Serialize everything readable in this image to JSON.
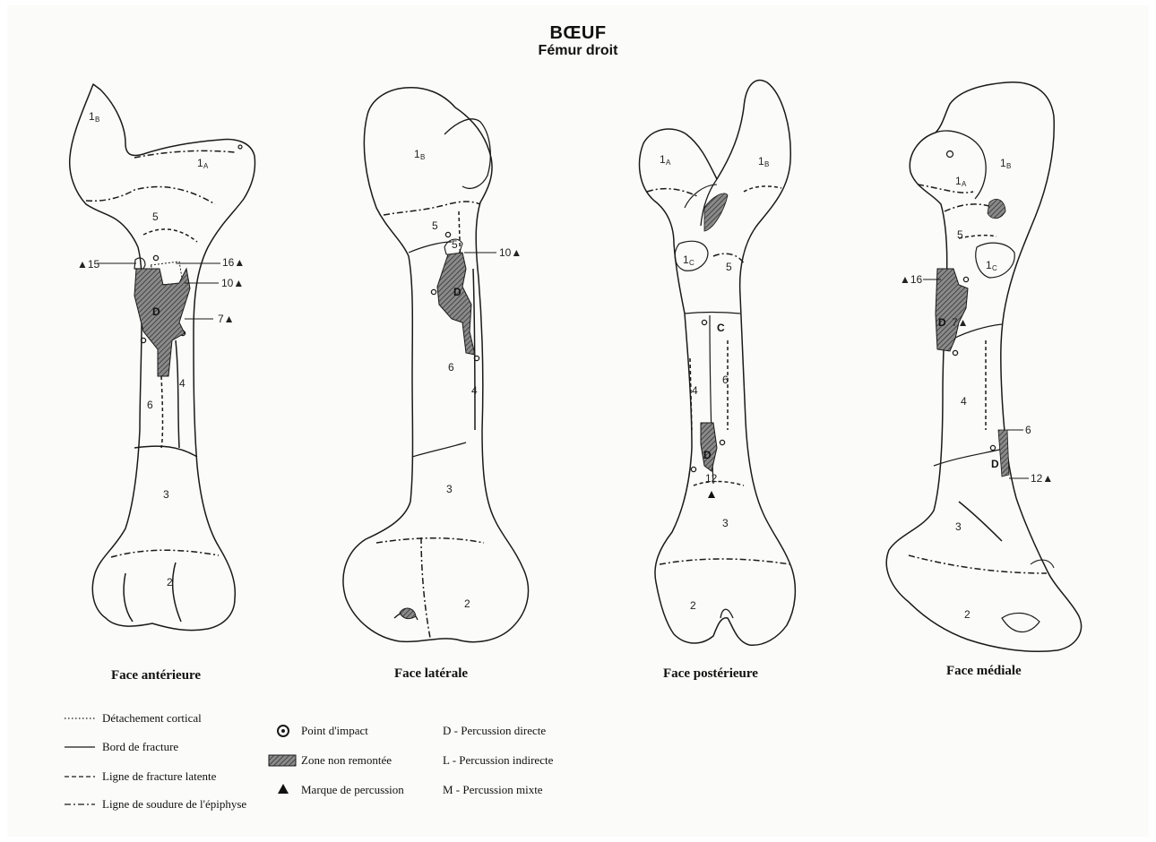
{
  "title": "BŒUF",
  "subtitle": "Fémur droit",
  "views": [
    {
      "caption": "Face antérieure"
    },
    {
      "caption": "Face latérale"
    },
    {
      "caption": "Face postérieure"
    },
    {
      "caption": "Face médiale"
    }
  ],
  "anterior_labels": {
    "r1b": "1",
    "r1b_sub": "B",
    "r1a": "1",
    "r1a_sub": "A",
    "r5": "5",
    "r6": "6",
    "r4": "4",
    "r3": "3",
    "r2": "2",
    "d": "D",
    "m15": "▲15",
    "m16": "16▲",
    "m10": "10▲",
    "m7": "7▲"
  },
  "lateral_labels": {
    "r1b": "1",
    "r1b_sub": "B",
    "r5": "5",
    "r5b": "5",
    "r6": "6",
    "r4": "4",
    "r3": "3",
    "r2": "2",
    "d": "D",
    "m10": "10▲"
  },
  "posterior_labels": {
    "r1a": "1",
    "r1a_sub": "A",
    "r1b": "1",
    "r1b_sub": "B",
    "r1c": "1",
    "r1c_sub": "C",
    "r5": "5",
    "c": "C",
    "r4": "4",
    "r6": "6",
    "d": "D",
    "m12": "12",
    "r3": "3",
    "r2": "2"
  },
  "medial_labels": {
    "r1b": "1",
    "r1b_sub": "B",
    "r1a": "1",
    "r1a_sub": "A",
    "r5": "5",
    "r1c": "1",
    "r1c_sub": "C",
    "m16": "▲16",
    "d_upper": "D",
    "m7": "7▲",
    "r4": "4",
    "r6": "6",
    "d_lower": "D",
    "m12": "12▲",
    "r3": "3",
    "r2": "2"
  },
  "legend": {
    "lines": [
      "Détachement cortical",
      "Bord de fracture",
      "Ligne de fracture latente",
      "Ligne de soudure de l'épiphyse"
    ],
    "symbols": [
      "Point d'impact",
      "Zone non remontée",
      "Marque de percussion"
    ],
    "codes": [
      "D - Percussion directe",
      "L - Percussion indirecte",
      "M - Percussion mixte"
    ]
  }
}
